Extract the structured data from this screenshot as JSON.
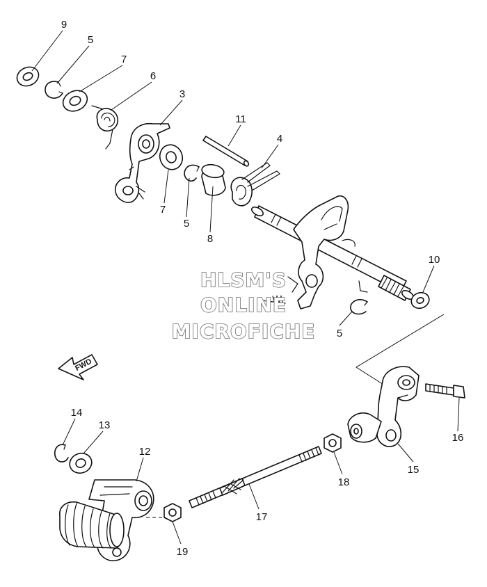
{
  "watermark": {
    "line1": "HLSM'S",
    "line2": "ONLINE",
    "line3": "MICROFICHE"
  },
  "direction_arrow": {
    "label": "FWD"
  },
  "callouts": [
    {
      "id": "9"
    },
    {
      "id": "5"
    },
    {
      "id": "7"
    },
    {
      "id": "6"
    },
    {
      "id": "3"
    },
    {
      "id": "11"
    },
    {
      "id": "4"
    },
    {
      "id": "7"
    },
    {
      "id": "5"
    },
    {
      "id": "8"
    },
    {
      "id": "10"
    },
    {
      "id": "5"
    },
    {
      "id": "16"
    },
    {
      "id": "15"
    },
    {
      "id": "14"
    },
    {
      "id": "13"
    },
    {
      "id": "12"
    },
    {
      "id": "18"
    },
    {
      "id": "17"
    },
    {
      "id": "19"
    }
  ]
}
